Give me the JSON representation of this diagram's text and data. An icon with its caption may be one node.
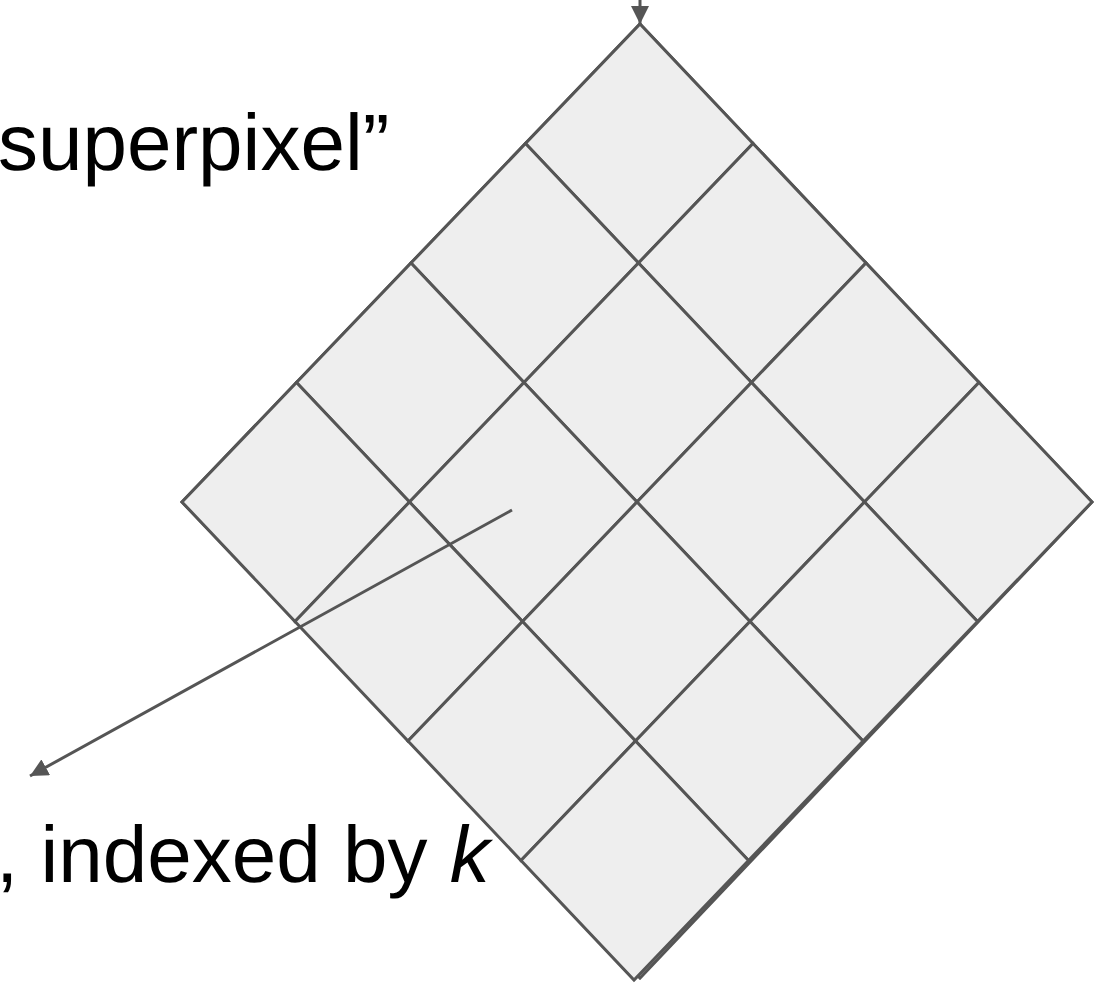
{
  "diagram": {
    "nodes": [
      {
        "text": [],
        "shape": "diamond"
      },
      {
        "text": [],
        "shape": "diamond",
        "in": 0
      },
      {
        "text": [],
        "shape": "diamond",
        "in": 0
      },
      {
        "text": [],
        "shape": "diamond",
        "in": 0
      },
      {
        "text": [],
        "shape": "diamond",
        "in": 0
      },
      {
        "text": [],
        "shape": "diamond",
        "in": 0
      },
      {
        "text": [],
        "shape": "diamond",
        "in": 0
      },
      {
        "text": [],
        "shape": "diamond",
        "in": 0
      },
      {
        "text": [],
        "shape": "diamond",
        "in": 0
      },
      {
        "text": [],
        "shape": "diamond",
        "in": 0
      },
      {
        "text": [],
        "shape": "diamond",
        "in": 0
      },
      {
        "text": [],
        "shape": "diamond",
        "in": 0
      },
      {
        "text": [],
        "shape": "diamond",
        "in": 0
      },
      {
        "text": [],
        "shape": "diamond",
        "in": 0
      },
      {
        "text": [],
        "shape": "diamond",
        "in": 0
      },
      {
        "text": [],
        "shape": "diamond",
        "in": 0
      },
      {
        "text": [],
        "shape": "diamond",
        "in": 0
      },
      {
        "text": [
          ", indexed by *k*"
        ]
      }
    ],
    "edges": [
      {
        "from": null,
        "to": 0,
        "arrow": "to"
      },
      {
        "from": 8,
        "to": 17,
        "arrow": "to"
      }
    ],
    "labels": [
      "superpixel”"
    ]
  }
}
